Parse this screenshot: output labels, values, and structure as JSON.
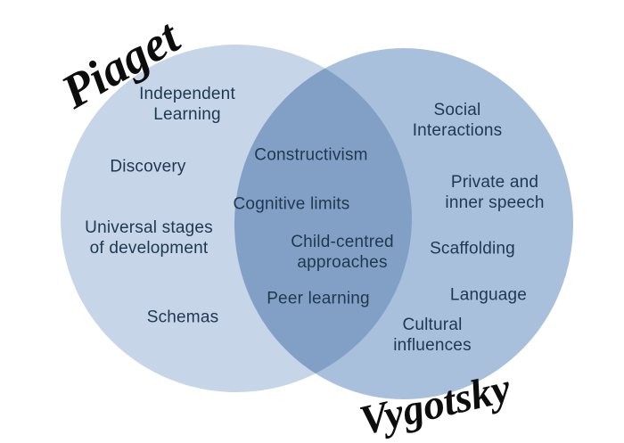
{
  "venn": {
    "left": {
      "title": "Piaget",
      "items": [
        "Independent\nLearning",
        "Discovery",
        "Universal stages\nof development",
        "Schemas"
      ]
    },
    "overlap": {
      "items": [
        "Constructivism",
        "Cognitive limits",
        "Child-centred\napproaches",
        "Peer learning"
      ]
    },
    "right": {
      "title": "Vygotsky",
      "items": [
        "Social\nInteractions",
        "Private and\ninner speech",
        "Scaffolding",
        "Language",
        "Cultural\ninfluences"
      ]
    },
    "colors": {
      "left_circle": "#c6d5e7",
      "right_circle": "#a8c0db",
      "overlap": "#81a1c8",
      "item_text": "#1e3850",
      "title_text": "#0d0d0d",
      "background": "#ffffff"
    }
  }
}
